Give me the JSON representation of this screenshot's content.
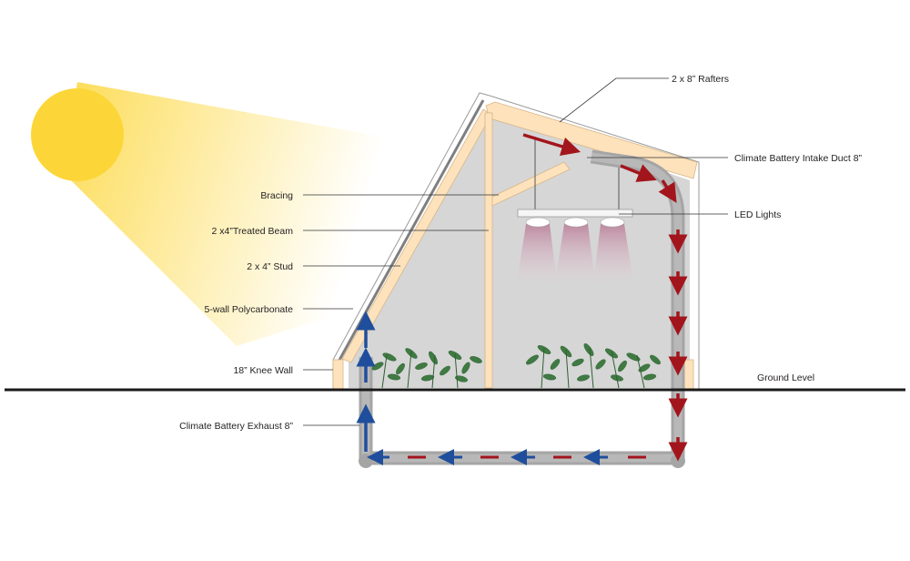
{
  "labels": {
    "rafters": "2 x 8” Rafters",
    "intake_duct": "Climate Battery Intake Duct 8”",
    "bracing": "Bracing",
    "led_lights": "LED Lights",
    "treated_beam": "2 x4”Treated Beam",
    "stud": "2 x 4” Stud",
    "polycarbonate": "5-wall Polycarbonate",
    "knee_wall": "18” Knee Wall",
    "ground_level": "Ground Level",
    "exhaust": "Climate Battery Exhaust 8”"
  },
  "colors": {
    "sun": "#fcd638",
    "wood": "#fde2bc",
    "interior": "#d6d6d6",
    "duct": "#a5a5a5",
    "warm_air": "#a3151c",
    "cool_air": "#1f4e9c",
    "led_glow": "#c8a4b4",
    "plants": "#3f7a42"
  },
  "icons": {
    "sun": "sun-icon",
    "plants": "plant-icon",
    "leds": "led-lamp-icon"
  }
}
